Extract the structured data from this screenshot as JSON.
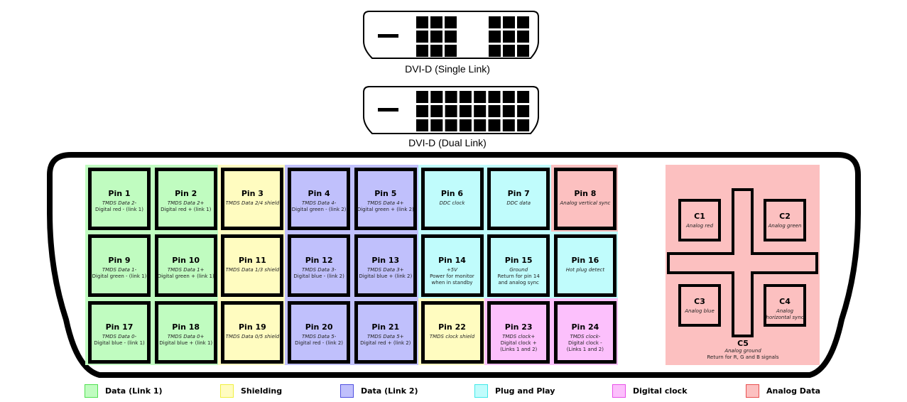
{
  "connectors": {
    "single_link_label": "DVI-D (Single Link)",
    "dual_link_label": "DVI-D (Dual Link)"
  },
  "colors": {
    "data_link1": "#c0fcc0",
    "shielding": "#fffcc0",
    "data_link2": "#c0c0fc",
    "plug_and_play": "#c0fcfc",
    "digital_clock": "#fcc0fc",
    "analog_data": "#fcc0c0"
  },
  "pins": [
    {
      "name": "Pin 1",
      "lines": [
        "TMDS Data 2-",
        "Digital red - (link 1)"
      ],
      "group": "data_link1"
    },
    {
      "name": "Pin 2",
      "lines": [
        "TMDS Data 2+",
        "Digital red + (link 1)"
      ],
      "group": "data_link1"
    },
    {
      "name": "Pin 3",
      "lines": [
        "TMDS Data 2/4 shield"
      ],
      "group": "shielding"
    },
    {
      "name": "Pin 4",
      "lines": [
        "TMDS Data 4-",
        "Digital green - (link 2)"
      ],
      "group": "data_link2"
    },
    {
      "name": "Pin 5",
      "lines": [
        "TMDS Data 4+",
        "Digital green + (link 2)"
      ],
      "group": "data_link2"
    },
    {
      "name": "Pin 6",
      "lines": [
        "DDC clock"
      ],
      "group": "plug_and_play"
    },
    {
      "name": "Pin 7",
      "lines": [
        "DDC data"
      ],
      "group": "plug_and_play"
    },
    {
      "name": "Pin 8",
      "lines": [
        "Analog vertical sync"
      ],
      "group": "analog_data"
    },
    {
      "name": "Pin 9",
      "lines": [
        "TMDS Data 1-",
        "Digital green - (link 1)"
      ],
      "group": "data_link1"
    },
    {
      "name": "Pin 10",
      "lines": [
        "TMDS Data 1+",
        "Digital green + (link 1)"
      ],
      "group": "data_link1"
    },
    {
      "name": "Pin 11",
      "lines": [
        "TMDS Data 1/3 shield"
      ],
      "group": "shielding"
    },
    {
      "name": "Pin 12",
      "lines": [
        "TMDS Data 3-",
        "Digital blue - (link 2)"
      ],
      "group": "data_link2"
    },
    {
      "name": "Pin 13",
      "lines": [
        "TMDS Data 3+",
        "Digital blue + (link 2)"
      ],
      "group": "data_link2"
    },
    {
      "name": "Pin 14",
      "lines": [
        "+5V",
        "Power for monitor",
        "when in standby"
      ],
      "group": "plug_and_play"
    },
    {
      "name": "Pin 15",
      "lines": [
        "Ground",
        "Return for pin 14",
        "and analog sync"
      ],
      "group": "plug_and_play"
    },
    {
      "name": "Pin 16",
      "lines": [
        "Hot plug detect"
      ],
      "group": "plug_and_play"
    },
    {
      "name": "Pin 17",
      "lines": [
        "TMDS Data 0-",
        "Digital blue - (link 1)"
      ],
      "group": "data_link1"
    },
    {
      "name": "Pin 18",
      "lines": [
        "TMDS Data 0+",
        "Digital blue + (link 1)"
      ],
      "group": "data_link1"
    },
    {
      "name": "Pin 19",
      "lines": [
        "TMDS Data 0/5 shield"
      ],
      "group": "shielding"
    },
    {
      "name": "Pin 20",
      "lines": [
        "TMDS Data 5-",
        "Digital red - (link 2)"
      ],
      "group": "data_link2"
    },
    {
      "name": "Pin 21",
      "lines": [
        "TMDS Data 5+",
        "Digital red + (link 2)"
      ],
      "group": "data_link2"
    },
    {
      "name": "Pin 22",
      "lines": [
        "TMDS clock shield"
      ],
      "group": "shielding"
    },
    {
      "name": "Pin 23",
      "lines": [
        "TMDS clock+",
        "Digital clock +",
        "(Links 1 and 2)"
      ],
      "group": "digital_clock"
    },
    {
      "name": "Pin 24",
      "lines": [
        "TMDS clock-",
        "Digital clock -",
        "(Links 1 and 2)"
      ],
      "group": "digital_clock"
    }
  ],
  "analog": {
    "c1": {
      "name": "C1",
      "desc": "Analog red"
    },
    "c2": {
      "name": "C2",
      "desc": "Analog green"
    },
    "c3": {
      "name": "C3",
      "desc": "Analog blue"
    },
    "c4": {
      "name": "C4",
      "desc1": "Analog",
      "desc2": "horizontal sync"
    },
    "c5": {
      "name": "C5",
      "desc": "Analog ground",
      "note": "Return for R, G and B signals"
    }
  },
  "legend": [
    {
      "label": "Data (Link 1)",
      "fill": "#c0fcc0",
      "border": "#50e050"
    },
    {
      "label": "Shielding",
      "fill": "#fffcc0",
      "border": "#f0f040"
    },
    {
      "label": "Data (Link 2)",
      "fill": "#c0c0fc",
      "border": "#5050e0"
    },
    {
      "label": "Plug and Play",
      "fill": "#c0fcfc",
      "border": "#40e8e8"
    },
    {
      "label": "Digital clock",
      "fill": "#fcc0fc",
      "border": "#e850e8"
    },
    {
      "label": "Analog Data",
      "fill": "#fcc0c0",
      "border": "#e85050"
    }
  ]
}
